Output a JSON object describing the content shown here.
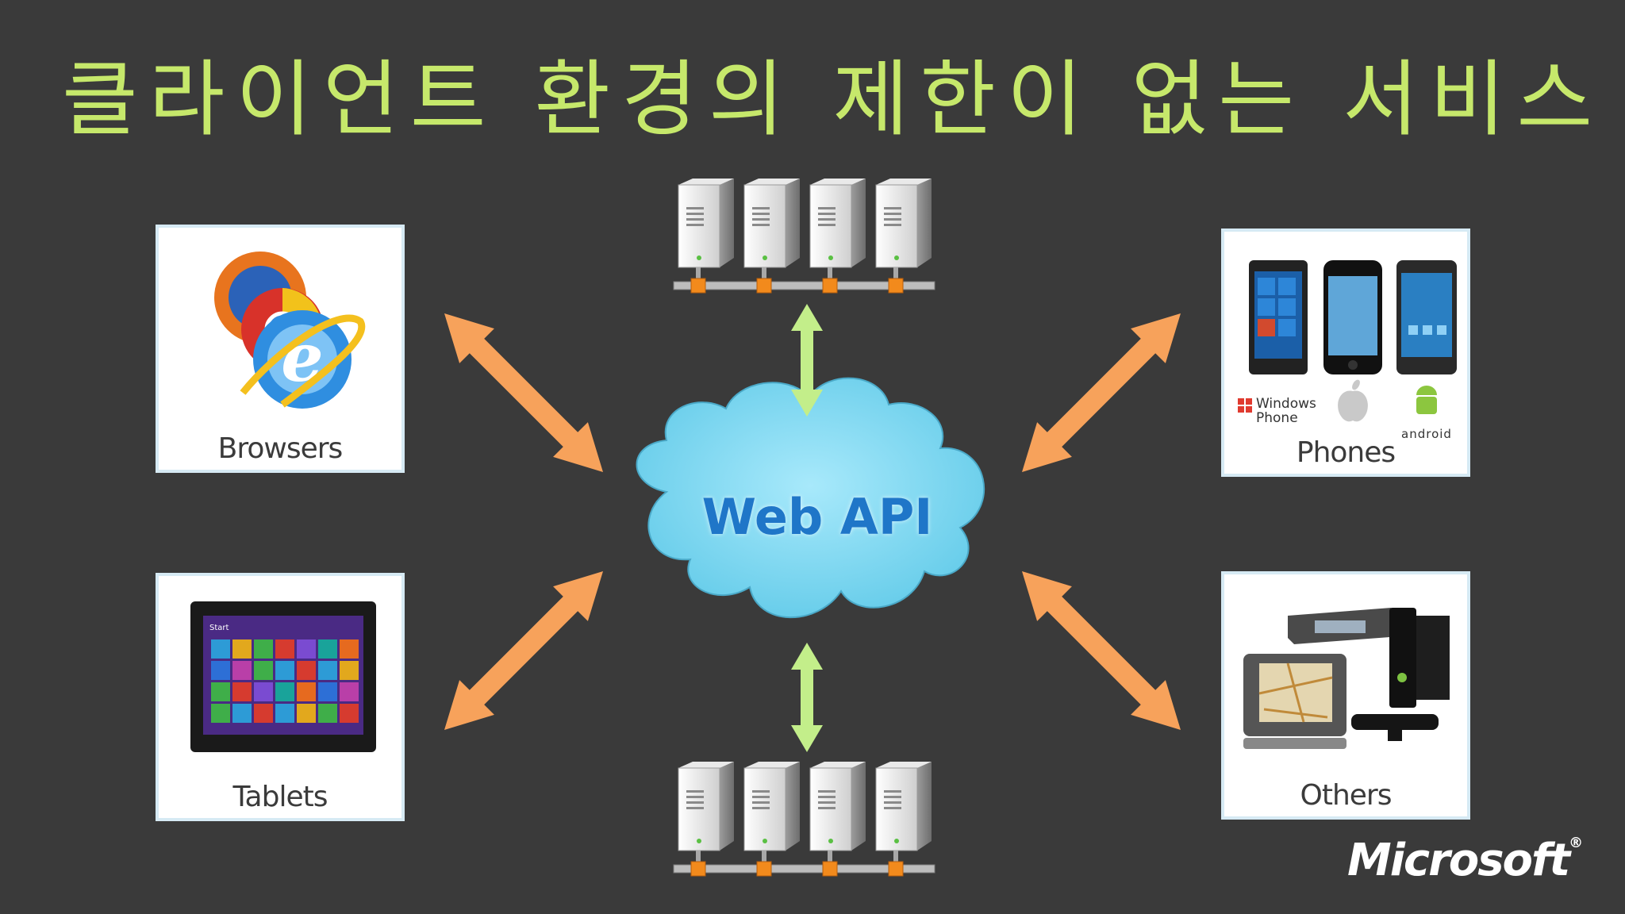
{
  "title": "클라이언트 환경의 제한이 없는 서비스",
  "center": {
    "label": "Web API"
  },
  "clients": {
    "browsers": {
      "label": "Browsers"
    },
    "tablets": {
      "label": "Tablets",
      "tablet_start_text": "Start"
    },
    "phones": {
      "label": "Phones",
      "windows_phone_line1": "Windows",
      "windows_phone_line2": "Phone",
      "android_text": "android"
    },
    "others": {
      "label": "Others"
    }
  },
  "server_groups": [
    {
      "name": "top",
      "servers": 4
    },
    {
      "name": "bottom",
      "servers": 4
    }
  ],
  "logo": {
    "text": "Microsoft",
    "registered": "®"
  },
  "colors": {
    "background": "#3a3a3a",
    "title": "#c6e86b",
    "client_arrows": "#f7a25b",
    "server_arrows": "#c3ee8a",
    "cloud": "#7fd6ef",
    "cloud_text": "#1f76c8"
  }
}
